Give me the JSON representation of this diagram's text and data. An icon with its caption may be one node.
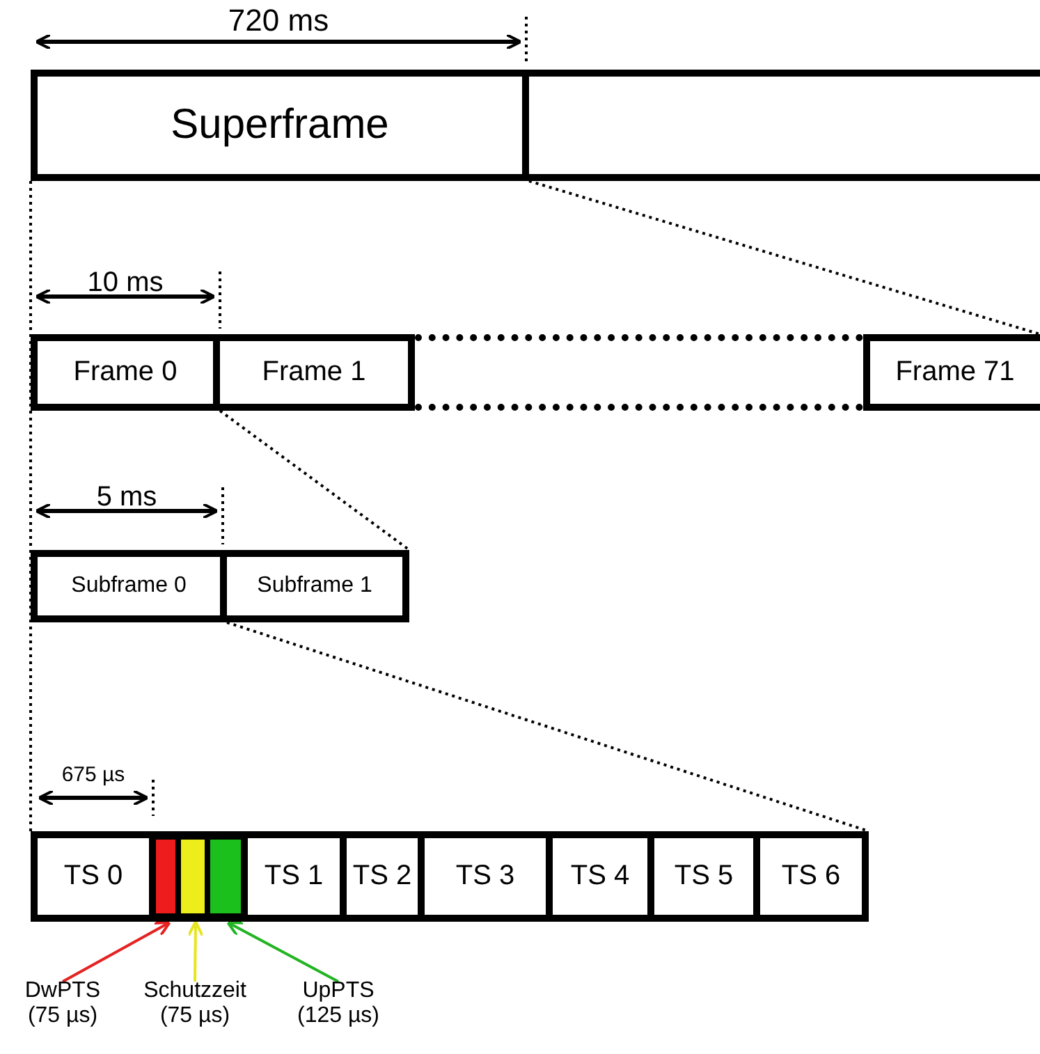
{
  "diagram": {
    "nodes": [
      {
        "text": [
          "Superframe"
        ]
      },
      {
        "text": [],
        "shape": "box"
      },
      {
        "text": [
          "Frame 0"
        ]
      },
      {
        "text": [
          "Frame 1"
        ]
      },
      {
        "text": [],
        "shape": "box"
      },
      {
        "text": [
          "Frame 71"
        ]
      },
      {
        "text": [
          "Subframe 0"
        ]
      },
      {
        "text": [
          "Subframe 1"
        ]
      },
      {
        "text": [
          "TS 0"
        ]
      },
      {
        "text": [],
        "shape": "bar"
      },
      {
        "text": [],
        "shape": "bar"
      },
      {
        "text": [],
        "shape": "bar"
      },
      {
        "text": [
          "TS 1"
        ]
      },
      {
        "text": [
          "TS 2"
        ]
      },
      {
        "text": [
          "TS 3"
        ]
      },
      {
        "text": [
          "TS 4"
        ]
      },
      {
        "text": [
          "TS 5"
        ]
      },
      {
        "text": [
          "TS 6"
        ]
      },
      {
        "text": [
          "DwPTS (75 µs)"
        ]
      },
      {
        "text": [
          "Schutzzeit (75 µs)"
        ]
      },
      {
        "text": [
          "UpPTS (125 µs)"
        ]
      }
    ],
    "edges": [
      {
        "from": 18,
        "to": 9,
        "arrow": "to",
        "color": "#e52222"
      },
      {
        "from": 19,
        "to": 10,
        "arrow": "to",
        "color": "#e6e61e"
      },
      {
        "from": 20,
        "to": 11,
        "arrow": "to",
        "color": "#22b422"
      },
      {
        "from": 0,
        "to": 5,
        "arrow": "none",
        "style": "dashed"
      },
      {
        "from": 3,
        "to": 7,
        "arrow": "none",
        "style": "dashed"
      },
      {
        "from": 7,
        "to": 17,
        "arrow": "none",
        "style": "dashed"
      },
      {
        "from": 0,
        "to": 8,
        "arrow": "none",
        "style": "dashed"
      }
    ],
    "labels": [
      "720 ms",
      "10 ms",
      "5 ms",
      "675 µs"
    ]
  }
}
